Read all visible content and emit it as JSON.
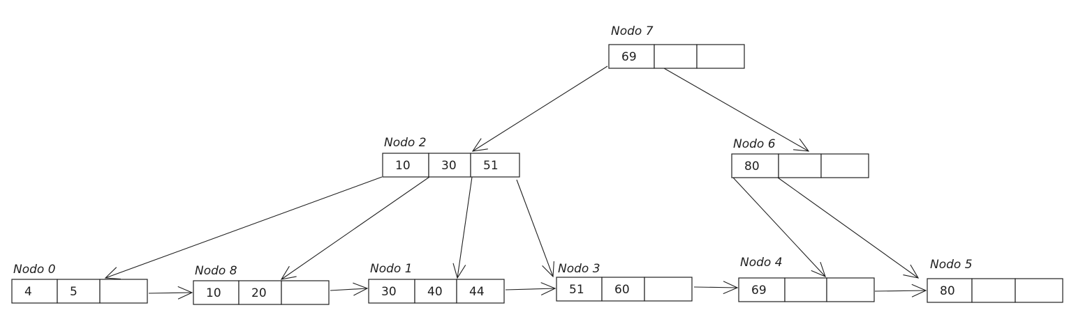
{
  "tree": {
    "nodes": [
      {
        "id": "7",
        "label": "Nodo 7",
        "keys": [
          "69",
          "",
          ""
        ]
      },
      {
        "id": "2",
        "label": "Nodo 2",
        "keys": [
          "10",
          "30",
          "51"
        ]
      },
      {
        "id": "6",
        "label": "Nodo 6",
        "keys": [
          "80",
          "",
          ""
        ]
      },
      {
        "id": "0",
        "label": "Nodo 0",
        "keys": [
          "4",
          "5",
          ""
        ]
      },
      {
        "id": "8",
        "label": "Nodo 8",
        "keys": [
          "10",
          "20",
          ""
        ]
      },
      {
        "id": "1",
        "label": "Nodo 1",
        "keys": [
          "30",
          "40",
          "44"
        ]
      },
      {
        "id": "3",
        "label": "Nodo 3",
        "keys": [
          "51",
          "60",
          ""
        ]
      },
      {
        "id": "4",
        "label": "Nodo 4",
        "keys": [
          "69",
          "",
          ""
        ]
      },
      {
        "id": "5",
        "label": "Nodo 5",
        "keys": [
          "80",
          "",
          ""
        ]
      }
    ],
    "child_edges": [
      {
        "from": "7",
        "to": "2"
      },
      {
        "from": "7",
        "to": "6"
      },
      {
        "from": "2",
        "to": "0"
      },
      {
        "from": "2",
        "to": "8"
      },
      {
        "from": "2",
        "to": "1"
      },
      {
        "from": "2",
        "to": "3"
      },
      {
        "from": "6",
        "to": "4"
      },
      {
        "from": "6",
        "to": "5"
      }
    ],
    "leaf_links": [
      {
        "from": "0",
        "to": "8"
      },
      {
        "from": "8",
        "to": "1"
      },
      {
        "from": "1",
        "to": "3"
      },
      {
        "from": "3",
        "to": "4"
      },
      {
        "from": "4",
        "to": "5"
      }
    ]
  }
}
